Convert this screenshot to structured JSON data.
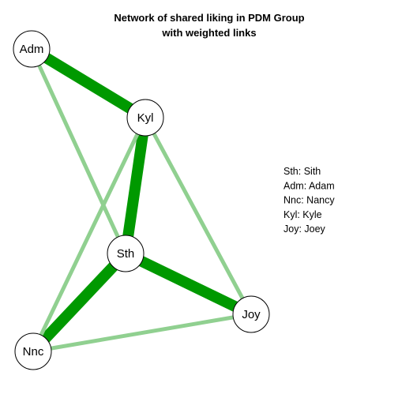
{
  "title": {
    "line1": "Network of shared liking in PDM Group",
    "line2": "with weighted links"
  },
  "colors": {
    "strong_edge": "#009900",
    "weak_edge": "#90d090",
    "node_fill": "#ffffff",
    "node_stroke": "#000000"
  },
  "nodes": [
    {
      "id": "Adm",
      "label": "Adm"
    },
    {
      "id": "Kyl",
      "label": "Kyl"
    },
    {
      "id": "Sth",
      "label": "Sth"
    },
    {
      "id": "Joy",
      "label": "Joy"
    },
    {
      "id": "Nnc",
      "label": "Nnc"
    }
  ],
  "edges": [
    {
      "source": "Adm",
      "target": "Kyl",
      "weight": "strong"
    },
    {
      "source": "Kyl",
      "target": "Sth",
      "weight": "strong"
    },
    {
      "source": "Sth",
      "target": "Nnc",
      "weight": "strong"
    },
    {
      "source": "Sth",
      "target": "Joy",
      "weight": "strong"
    },
    {
      "source": "Adm",
      "target": "Sth",
      "weight": "weak"
    },
    {
      "source": "Kyl",
      "target": "Nnc",
      "weight": "weak"
    },
    {
      "source": "Kyl",
      "target": "Joy",
      "weight": "weak"
    },
    {
      "source": "Nnc",
      "target": "Joy",
      "weight": "weak"
    }
  ],
  "legend": [
    "Sth: Sith",
    "Adm: Adam",
    "Nnc: Nancy",
    "Kyl: Kyle",
    "Joy: Joey"
  ]
}
